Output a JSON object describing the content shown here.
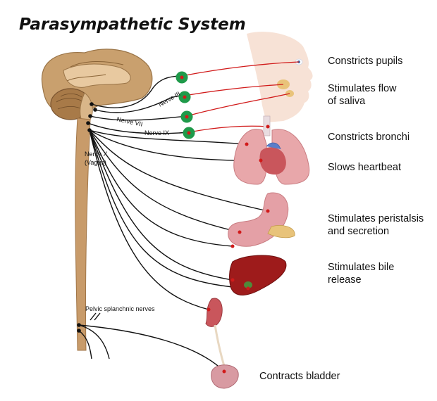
{
  "title": "Parasympathetic System",
  "nerves": {
    "n3": "Nerve III",
    "n7": "Nerve VII",
    "n9": "Nerve IX",
    "n10_line1": "Nerve X",
    "n10_line2": "(Vagus)",
    "pelvic": "Pelvic splanchnic nerves"
  },
  "effects": {
    "pupils": "Constricts pupils",
    "saliva_1": "Stimulates flow",
    "saliva_2": "of saliva",
    "bronchi": "Constricts bronchi",
    "heart": "Slows heartbeat",
    "peri_1": "Stimulates peristalsis",
    "peri_2": "and secretion",
    "bile_1": "Stimulates bile",
    "bile_2": "release",
    "bladder": "Contracts bladder"
  },
  "colors": {
    "ganglion": "#1f9a4a",
    "nerve_fiber": "#d11a1a",
    "spinal_cord": "#c89b6a",
    "brain": "#c9a06e",
    "lung": "#e8a7aa",
    "liver": "#9e1b1b",
    "stomach": "#e4a0a6",
    "kidney": "#c9565c",
    "bladder": "#d89aa2"
  }
}
